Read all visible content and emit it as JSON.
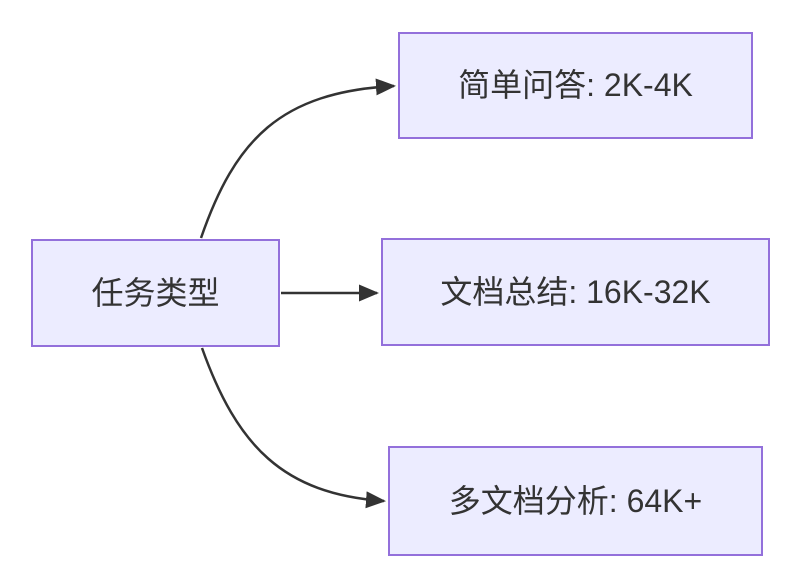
{
  "diagram": {
    "type": "flowchart-left-to-right",
    "background": "#ffffff",
    "node_fill": "#ECECFF",
    "node_border": "#9370DB",
    "edge_color": "#333333",
    "text_color": "#333333",
    "root": {
      "id": "task-type",
      "label": "任务类型"
    },
    "children": [
      {
        "id": "simple-qa",
        "label": "简单问答: 2K-4K"
      },
      {
        "id": "doc-summary",
        "label": "文档总结: 16K-32K"
      },
      {
        "id": "multi-doc",
        "label": "多文档分析: 64K+"
      }
    ]
  }
}
